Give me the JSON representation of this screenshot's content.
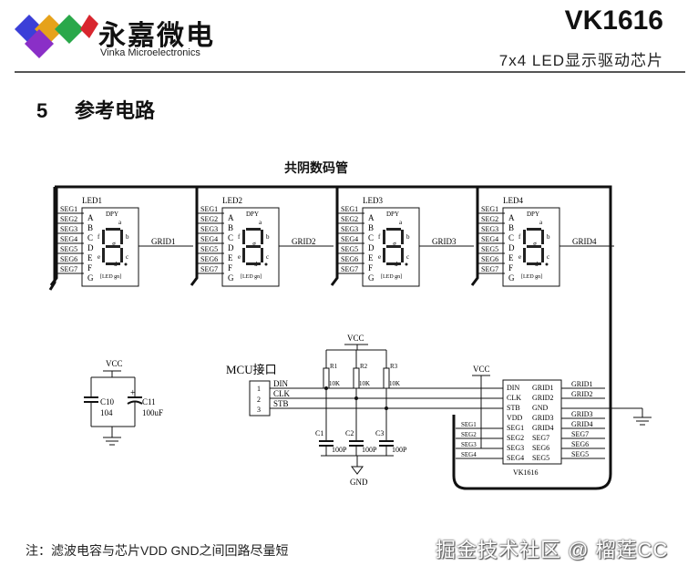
{
  "header": {
    "company_cn": "永嘉微电",
    "company_en": "Vinka Microelectronics",
    "chip": "VK1616",
    "subtitle": "7x4 LED显示驱动芯片",
    "logo_colors": [
      "#3b3fd8",
      "#e6a21a",
      "#2aa84a",
      "#d8262e",
      "#8a2fc7"
    ]
  },
  "section": {
    "number": "5",
    "title": "参考电路"
  },
  "figure": {
    "caption": "共阴数码管",
    "leds": [
      {
        "name": "LED1",
        "grid": "GRID1"
      },
      {
        "name": "LED2",
        "grid": "GRID2"
      },
      {
        "name": "LED3",
        "grid": "GRID3"
      },
      {
        "name": "LED4",
        "grid": "GRID4"
      }
    ],
    "seg_labels": [
      "SEG1",
      "SEG2",
      "SEG3",
      "SEG4",
      "SEG5",
      "SEG6",
      "SEG7"
    ],
    "pin_letters": [
      "A",
      "B",
      "C",
      "D",
      "E",
      "F",
      "G"
    ],
    "digit_labels": {
      "dpy": "DPY",
      "a": "a",
      "b": "b",
      "c": "c",
      "d": "d",
      "e": "e",
      "f": "f",
      "g": "g",
      "footer": "[LED gn]"
    },
    "power_section": {
      "vcc": "VCC",
      "c10": "C10",
      "c10_val": "104",
      "c11": "C11",
      "c11_val": "100uF"
    },
    "mcu": {
      "label": "MCU接口",
      "pins": [
        "1",
        "2",
        "3"
      ],
      "signals": [
        "DIN",
        "CLK",
        "STB"
      ]
    },
    "pullup": {
      "vcc": "VCC",
      "resistors": [
        {
          "ref": "R1",
          "val": "10K"
        },
        {
          "ref": "R2",
          "val": "10K"
        },
        {
          "ref": "R3",
          "val": "10K"
        }
      ],
      "caps": [
        {
          "ref": "C1",
          "val": "100P"
        },
        {
          "ref": "C2",
          "val": "100P"
        },
        {
          "ref": "C3",
          "val": "100P"
        }
      ],
      "gnd": "GND"
    },
    "ic": {
      "name": "VK1616",
      "vcc": "VCC",
      "left_pins": [
        "DIN",
        "CLK",
        "STB",
        "VDD",
        "SEG1",
        "SEG2",
        "SEG3",
        "SEG4"
      ],
      "right_pins": [
        "GRID1",
        "GRID2",
        "GND",
        "GRID3",
        "GRID4",
        "SEG7",
        "SEG6",
        "SEG5"
      ],
      "left_nets": [
        "",
        "",
        "",
        "",
        "SEG1",
        "SEG2",
        "SEG3",
        "SEG4"
      ],
      "right_nets": [
        "GRID1",
        "GRID2",
        "",
        "GRID3",
        "GRID4",
        "SEG7",
        "SEG6",
        "SEG5"
      ]
    }
  },
  "note": "注：滤波电容与芯片VDD GND之间回路尽量短",
  "watermark": "掘金技术社区 @ 榴莲CC"
}
